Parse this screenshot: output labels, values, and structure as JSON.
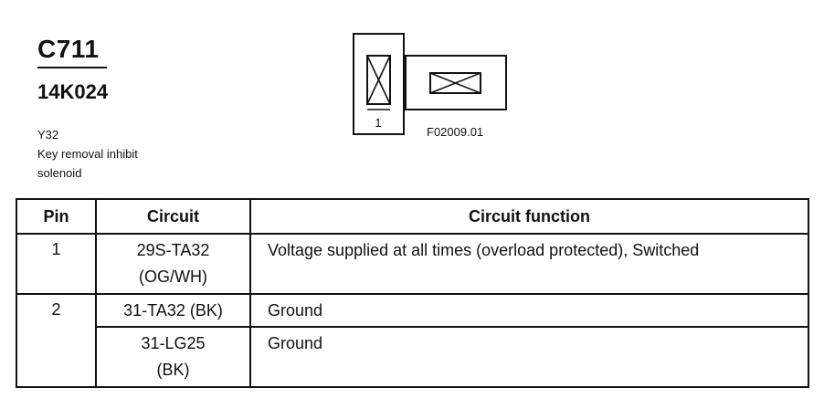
{
  "connector": {
    "code": "C711",
    "part_number": "14K024",
    "location_code": "Y32",
    "description_lines": [
      "Key removal inhibit",
      "solenoid"
    ]
  },
  "figure": {
    "pin_label": "1",
    "figure_id": "F02009.01"
  },
  "table": {
    "headers": {
      "pin": "Pin",
      "circuit": "Circuit",
      "function": "Circuit function"
    },
    "rows": [
      {
        "pin": "1",
        "circuit_lines": [
          "29S-TA32",
          "(OG/WH)"
        ],
        "function": "Voltage supplied at all times (overload protected), Switched"
      },
      {
        "pin": "2",
        "circuit_lines": [
          "31-TA32 (BK)"
        ],
        "function": "Ground"
      },
      {
        "pin": "",
        "circuit_lines": [
          "31-LG25",
          "(BK)"
        ],
        "function": "Ground"
      }
    ]
  }
}
